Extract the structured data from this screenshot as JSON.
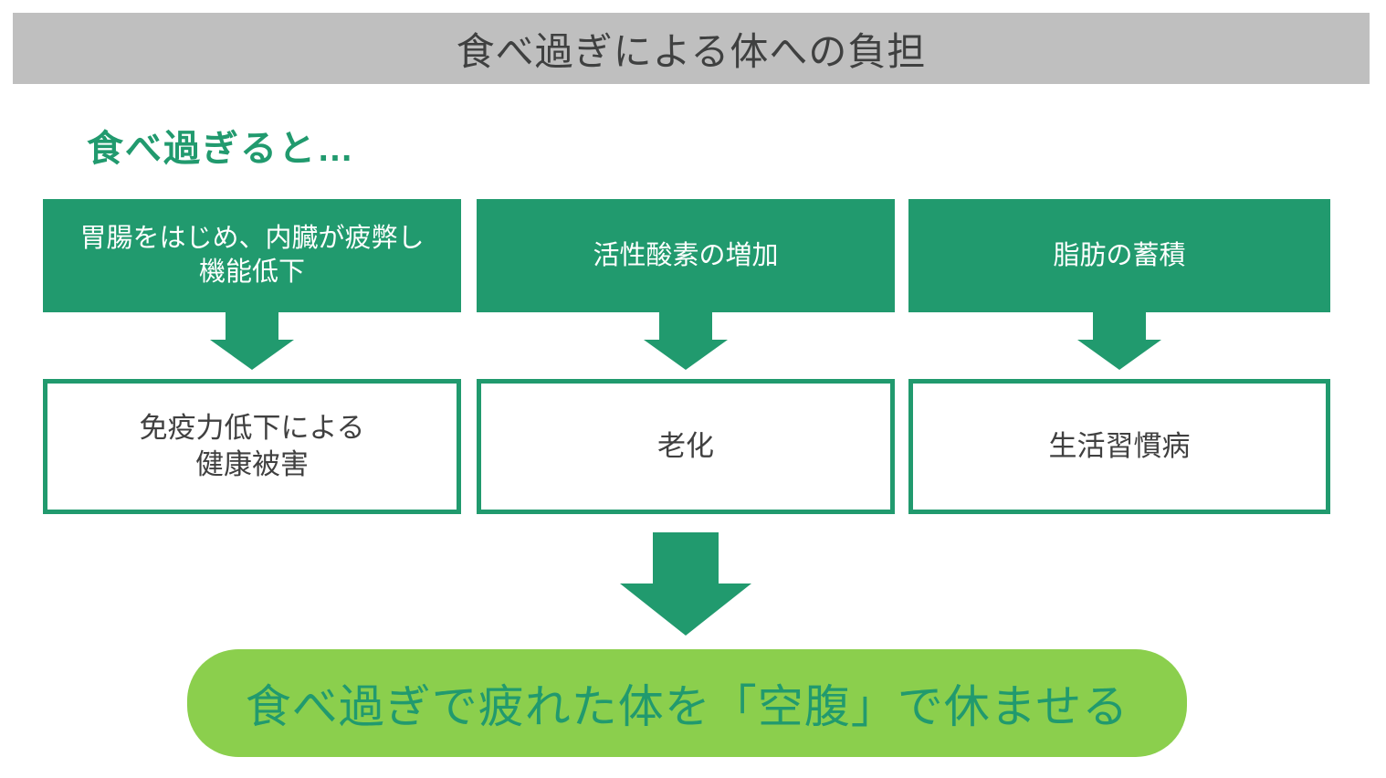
{
  "colors": {
    "banner_bg": "#BFBFBF",
    "title_text": "#3F4040",
    "green": "#219A6E",
    "light_green": "#8BCF4D",
    "box_text": "#404040",
    "white_text": "#FFFFFF"
  },
  "icons": {
    "flow_arrow": "down-arrow"
  },
  "header": {
    "title": "食べ過ぎによる体への負担"
  },
  "intro": {
    "label": "食べ過ぎると…"
  },
  "columns": [
    {
      "cause_line1": "胃腸をはじめ、内臓が疲弊し",
      "cause_line2": "機能低下",
      "effect_line1": "免疫力低下による",
      "effect_line2": "健康被害"
    },
    {
      "cause_line1": "活性酸素の増加",
      "cause_line2": "",
      "effect_line1": "老化",
      "effect_line2": ""
    },
    {
      "cause_line1": "脂肪の蓄積",
      "cause_line2": "",
      "effect_line1": "生活習慣病",
      "effect_line2": ""
    }
  ],
  "conclusion": {
    "text": "食べ過ぎで疲れた体を「空腹」で休ませる"
  }
}
